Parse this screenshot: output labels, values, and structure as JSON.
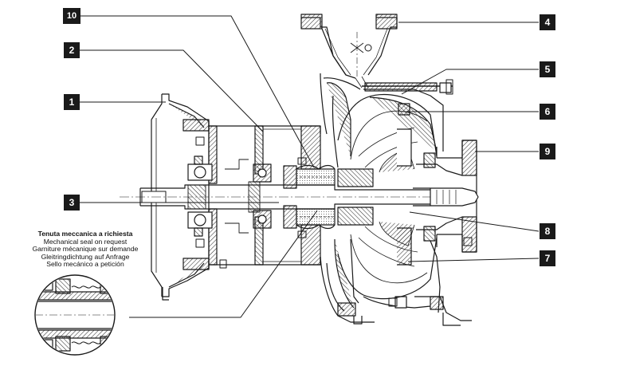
{
  "callouts": {
    "c1": "1",
    "c2": "2",
    "c3": "3",
    "c4": "4",
    "c5": "5",
    "c6": "6",
    "c7": "7",
    "c8": "8",
    "c9": "9",
    "c10": "10"
  },
  "note": {
    "title": "Tenuta meccanica a richiesta",
    "lines": [
      "Mechanical seal on request",
      "Garniture mécanique sur demande",
      "Gleitringdichtung auf Anfrage",
      "Sello mecánico a petición"
    ]
  },
  "colors": {
    "line": "#1a1a1a",
    "hatch": "#333333",
    "badge": "#1a1a1a",
    "background": "#ffffff"
  }
}
